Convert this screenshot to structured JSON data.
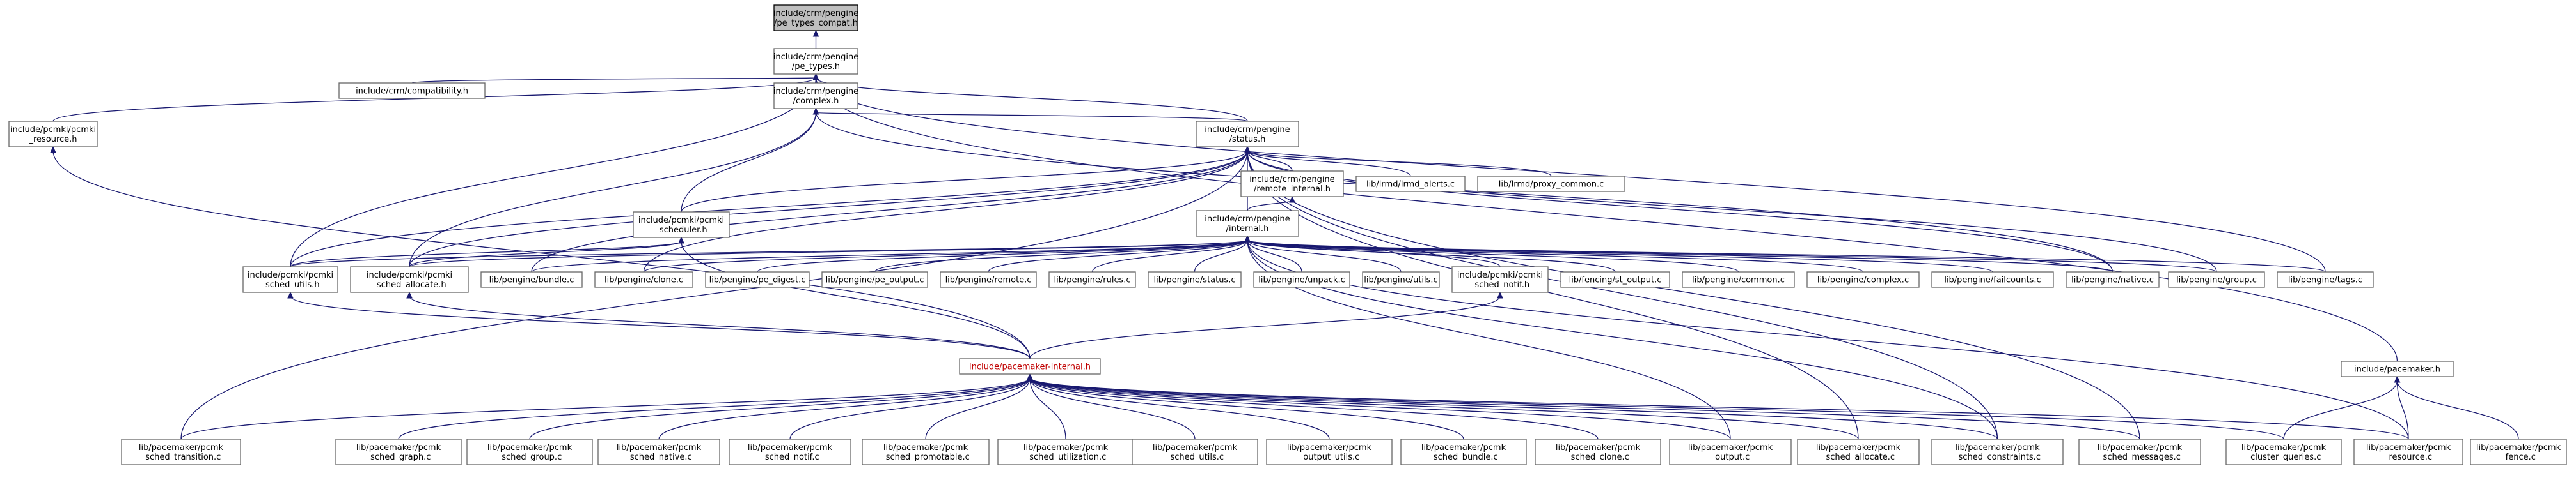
{
  "graph": {
    "nodes": [
      {
        "id": "n0",
        "lines": [
          "include/crm/pengine",
          "/pe_types_compat.h"
        ],
        "root": true
      },
      {
        "id": "n1",
        "lines": [
          "include/crm/pengine",
          "/pe_types.h"
        ]
      },
      {
        "id": "n2",
        "lines": [
          "include/crm/compatibility.h"
        ]
      },
      {
        "id": "n3",
        "lines": [
          "include/crm/pengine",
          "/complex.h"
        ]
      },
      {
        "id": "n4",
        "lines": [
          "include/pcmki/pcmki",
          "_resource.h"
        ]
      },
      {
        "id": "n5",
        "lines": [
          "include/crm/pengine",
          "/status.h"
        ]
      },
      {
        "id": "n6",
        "lines": [
          "include/crm/pengine",
          "/remote_internal.h"
        ]
      },
      {
        "id": "n7",
        "lines": [
          "lib/lrmd/lrmd_alerts.c"
        ]
      },
      {
        "id": "n8",
        "lines": [
          "lib/lrmd/proxy_common.c"
        ]
      },
      {
        "id": "n9",
        "lines": [
          "include/pcmki/pcmki",
          "_scheduler.h"
        ]
      },
      {
        "id": "n10",
        "lines": [
          "include/crm/pengine",
          "/internal.h"
        ]
      },
      {
        "id": "n11",
        "lines": [
          "include/pcmki/pcmki",
          "_sched_utils.h"
        ]
      },
      {
        "id": "n12",
        "lines": [
          "include/pcmki/pcmki",
          "_sched_allocate.h"
        ]
      },
      {
        "id": "n13",
        "lines": [
          "lib/pengine/bundle.c"
        ]
      },
      {
        "id": "n14",
        "lines": [
          "lib/pengine/clone.c"
        ]
      },
      {
        "id": "n15",
        "lines": [
          "lib/pengine/pe_digest.c"
        ]
      },
      {
        "id": "n16",
        "lines": [
          "lib/pengine/pe_output.c"
        ]
      },
      {
        "id": "n17",
        "lines": [
          "lib/pengine/remote.c"
        ]
      },
      {
        "id": "n18",
        "lines": [
          "lib/pengine/rules.c"
        ]
      },
      {
        "id": "n19",
        "lines": [
          "lib/pengine/status.c"
        ]
      },
      {
        "id": "n20",
        "lines": [
          "lib/pengine/unpack.c"
        ]
      },
      {
        "id": "n21",
        "lines": [
          "lib/pengine/utils.c"
        ]
      },
      {
        "id": "n22",
        "lines": [
          "include/pcmki/pcmki",
          "_sched_notif.h"
        ]
      },
      {
        "id": "n23",
        "lines": [
          "lib/fencing/st_output.c"
        ]
      },
      {
        "id": "n24",
        "lines": [
          "lib/pengine/common.c"
        ]
      },
      {
        "id": "n25",
        "lines": [
          "lib/pengine/complex.c"
        ]
      },
      {
        "id": "n26",
        "lines": [
          "lib/pengine/failcounts.c"
        ]
      },
      {
        "id": "n27",
        "lines": [
          "lib/pengine/native.c"
        ]
      },
      {
        "id": "n28",
        "lines": [
          "lib/pengine/group.c"
        ]
      },
      {
        "id": "n29",
        "lines": [
          "lib/pengine/tags.c"
        ]
      },
      {
        "id": "n30",
        "lines": [
          "include/pacemaker.h"
        ]
      },
      {
        "id": "n31",
        "lines": [
          "include/pacemaker-internal.h"
        ],
        "red": true
      },
      {
        "id": "n32",
        "lines": [
          "lib/pacemaker/pcmk",
          "_sched_transition.c"
        ]
      },
      {
        "id": "n33",
        "lines": [
          "lib/pacemaker/pcmk",
          "_sched_graph.c"
        ]
      },
      {
        "id": "n34",
        "lines": [
          "lib/pacemaker/pcmk",
          "_sched_group.c"
        ]
      },
      {
        "id": "n35",
        "lines": [
          "lib/pacemaker/pcmk",
          "_sched_native.c"
        ]
      },
      {
        "id": "n36",
        "lines": [
          "lib/pacemaker/pcmk",
          "_sched_notif.c"
        ]
      },
      {
        "id": "n37",
        "lines": [
          "lib/pacemaker/pcmk",
          "_sched_promotable.c"
        ]
      },
      {
        "id": "n38",
        "lines": [
          "lib/pacemaker/pcmk",
          "_sched_utilization.c"
        ]
      },
      {
        "id": "n39",
        "lines": [
          "lib/pacemaker/pcmk",
          "_sched_utils.c"
        ]
      },
      {
        "id": "n40",
        "lines": [
          "lib/pacemaker/pcmk",
          "_output_utils.c"
        ]
      },
      {
        "id": "n41",
        "lines": [
          "lib/pacemaker/pcmk",
          "_sched_bundle.c"
        ]
      },
      {
        "id": "n42",
        "lines": [
          "lib/pacemaker/pcmk",
          "_sched_clone.c"
        ]
      },
      {
        "id": "n43",
        "lines": [
          "lib/pacemaker/pcmk",
          "_output.c"
        ]
      },
      {
        "id": "n44",
        "lines": [
          "lib/pacemaker/pcmk",
          "_sched_allocate.c"
        ]
      },
      {
        "id": "n45",
        "lines": [
          "lib/pacemaker/pcmk",
          "_sched_constraints.c"
        ]
      },
      {
        "id": "n46",
        "lines": [
          "lib/pacemaker/pcmk",
          "_sched_messages.c"
        ]
      },
      {
        "id": "n47",
        "lines": [
          "lib/pacemaker/pcmk",
          "_cluster_queries.c"
        ]
      },
      {
        "id": "n48",
        "lines": [
          "lib/pacemaker/pcmk",
          "_resource.c"
        ]
      },
      {
        "id": "n49",
        "lines": [
          "lib/pacemaker/pcmk",
          "_fence.c"
        ]
      }
    ],
    "edges": [
      [
        "n0",
        "n1"
      ],
      [
        "n1",
        "n2"
      ],
      [
        "n1",
        "n3"
      ],
      [
        "n1",
        "n4"
      ],
      [
        "n1",
        "n5"
      ],
      [
        "n1",
        "n11"
      ],
      [
        "n1",
        "n29"
      ],
      [
        "n1",
        "n30"
      ],
      [
        "n3",
        "n5"
      ],
      [
        "n3",
        "n9"
      ],
      [
        "n3",
        "n12"
      ],
      [
        "n3",
        "n27"
      ],
      [
        "n4",
        "n31"
      ],
      [
        "n5",
        "n6"
      ],
      [
        "n5",
        "n7"
      ],
      [
        "n5",
        "n8"
      ],
      [
        "n5",
        "n9"
      ],
      [
        "n5",
        "n10"
      ],
      [
        "n5",
        "n11"
      ],
      [
        "n5",
        "n12"
      ],
      [
        "n5",
        "n13"
      ],
      [
        "n5",
        "n14"
      ],
      [
        "n5",
        "n27"
      ],
      [
        "n5",
        "n28"
      ],
      [
        "n5",
        "n32"
      ],
      [
        "n5",
        "n44"
      ],
      [
        "n5",
        "n45"
      ],
      [
        "n5",
        "n46"
      ],
      [
        "n6",
        "n10"
      ],
      [
        "n9",
        "n11"
      ],
      [
        "n9",
        "n12"
      ],
      [
        "n9",
        "n31"
      ],
      [
        "n10",
        "n11"
      ],
      [
        "n10",
        "n12"
      ],
      [
        "n10",
        "n13"
      ],
      [
        "n10",
        "n14"
      ],
      [
        "n10",
        "n15"
      ],
      [
        "n10",
        "n16"
      ],
      [
        "n10",
        "n17"
      ],
      [
        "n10",
        "n18"
      ],
      [
        "n10",
        "n19"
      ],
      [
        "n10",
        "n20"
      ],
      [
        "n10",
        "n21"
      ],
      [
        "n10",
        "n22"
      ],
      [
        "n10",
        "n23"
      ],
      [
        "n10",
        "n24"
      ],
      [
        "n10",
        "n25"
      ],
      [
        "n10",
        "n26"
      ],
      [
        "n10",
        "n27"
      ],
      [
        "n10",
        "n28"
      ],
      [
        "n10",
        "n29"
      ],
      [
        "n10",
        "n43"
      ],
      [
        "n10",
        "n45"
      ],
      [
        "n10",
        "n48"
      ],
      [
        "n11",
        "n31"
      ],
      [
        "n12",
        "n31"
      ],
      [
        "n22",
        "n31"
      ],
      [
        "n30",
        "n47"
      ],
      [
        "n30",
        "n48"
      ],
      [
        "n30",
        "n49"
      ],
      [
        "n31",
        "n32"
      ],
      [
        "n31",
        "n33"
      ],
      [
        "n31",
        "n34"
      ],
      [
        "n31",
        "n35"
      ],
      [
        "n31",
        "n36"
      ],
      [
        "n31",
        "n37"
      ],
      [
        "n31",
        "n38"
      ],
      [
        "n31",
        "n39"
      ],
      [
        "n31",
        "n40"
      ],
      [
        "n31",
        "n41"
      ],
      [
        "n31",
        "n42"
      ],
      [
        "n31",
        "n43"
      ],
      [
        "n31",
        "n44"
      ],
      [
        "n31",
        "n45"
      ],
      [
        "n31",
        "n46"
      ],
      [
        "n31",
        "n47"
      ],
      [
        "n31",
        "n48"
      ]
    ]
  }
}
